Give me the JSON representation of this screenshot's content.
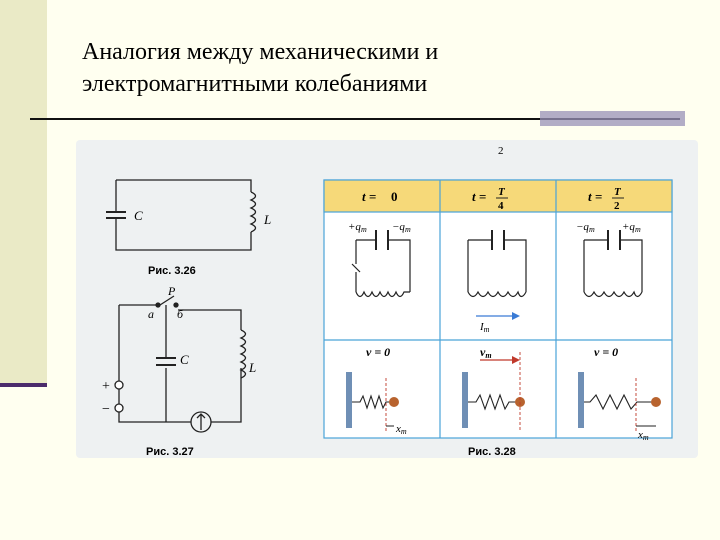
{
  "slide": {
    "title_line1": "Аналогия между механическими и",
    "title_line2": "электромагнитными колебаниями"
  },
  "figure": {
    "fig26": {
      "caption": "Рис. 3.26",
      "cap_label": "C",
      "ind_label": "L"
    },
    "fig27": {
      "caption": "Рис. 3.27",
      "switch_label": "P",
      "contact_a": "а",
      "contact_b": "б",
      "cap_label": "C",
      "ind_label": "L",
      "plus": "+",
      "minus": "−"
    },
    "fig28": {
      "caption": "Рис. 3.28",
      "columns": [
        {
          "t_prefix": "t =",
          "t_value": "0",
          "charge_left": "+q",
          "charge_left_sub": "m",
          "charge_right": "−q",
          "charge_right_sub": "m",
          "mech_label": "v = 0"
        },
        {
          "t_prefix": "t =",
          "t_num": "T",
          "t_den": "4",
          "current_label": "I",
          "current_sub": "m",
          "mech_label": "v",
          "mech_sub": "m"
        },
        {
          "t_prefix": "t =",
          "t_num": "T",
          "t_den": "2",
          "charge_left": "−q",
          "charge_left_sub": "m",
          "charge_right": "+q",
          "charge_right_sub": "m",
          "mech_label": "v = 0"
        }
      ],
      "displacement_label": "x",
      "displacement_sub": "m",
      "header_color": "#f6d979",
      "frame_color": "#4aa3d8"
    },
    "top_fragment": "2"
  }
}
